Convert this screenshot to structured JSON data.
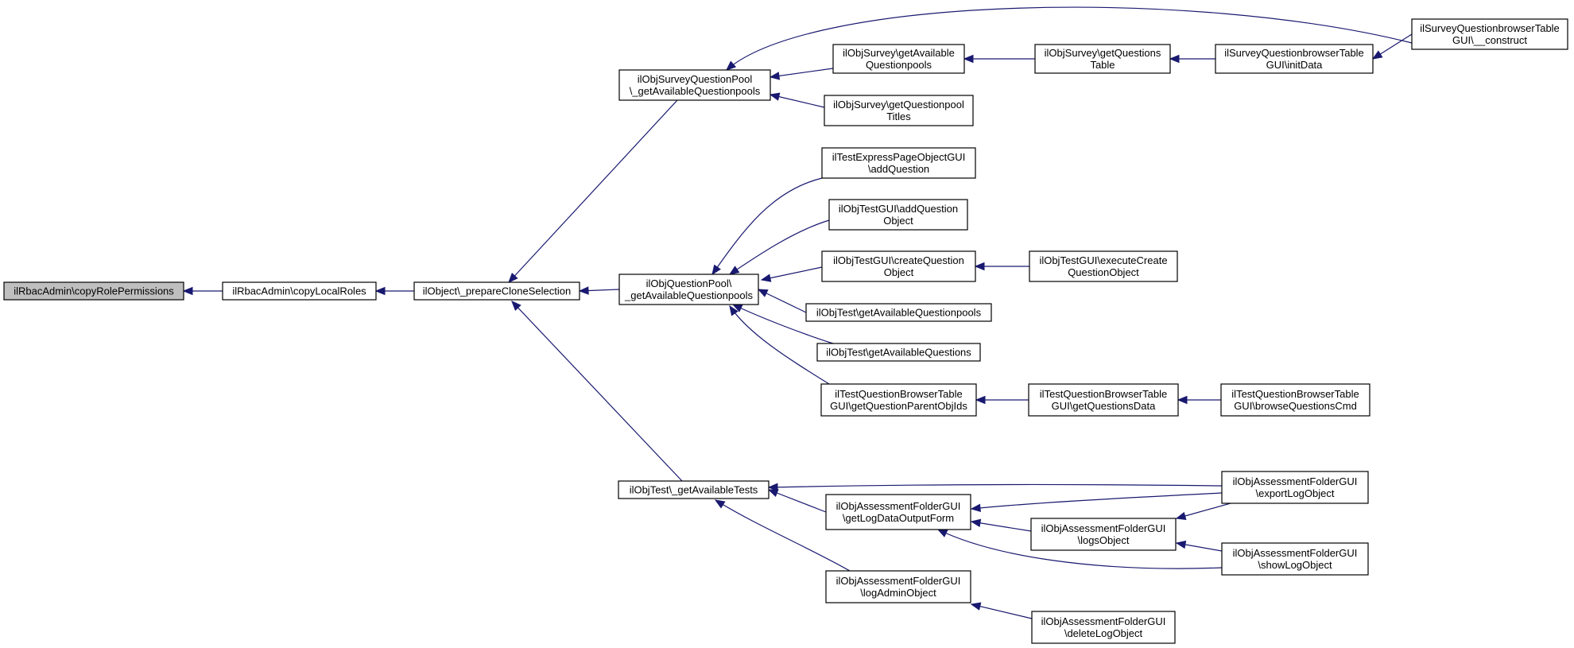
{
  "colors": {
    "edge": "#191970",
    "node_border": "#000000",
    "root_fill": "#bfbfbf",
    "node_fill": "#ffffff"
  },
  "nodes": {
    "copyRolePermissions": [
      "ilRbacAdmin\\copyRolePermissions"
    ],
    "copyLocalRoles": [
      "ilRbacAdmin\\copyLocalRoles"
    ],
    "prepareCloneSelection": [
      "ilObject\\_prepareCloneSelection"
    ],
    "surveyQPoolGetAvail": [
      "ilObjSurveyQuestionPool",
      "\\_getAvailableQuestionpools"
    ],
    "questionPoolGetAvail": [
      "ilObjQuestionPool\\",
      "_getAvailableQuestionpools"
    ],
    "testGetAvailableTests": [
      "ilObjTest\\_getAvailableTests"
    ],
    "surveyGetAvailQpools": [
      "ilObjSurvey\\getAvailable",
      "Questionpools"
    ],
    "surveyGetQpoolTitles": [
      "ilObjSurvey\\getQuestionpool",
      "Titles"
    ],
    "surveyGetQuestionsTable": [
      "ilObjSurvey\\getQuestions",
      "Table"
    ],
    "surveyQBrowserInitData": [
      "ilSurveyQuestionbrowserTable",
      "GUI\\initData"
    ],
    "surveyQBrowserConstruct": [
      "ilSurveyQuestionbrowserTable",
      "GUI\\__construct"
    ],
    "testExpressAddQuestion": [
      "ilTestExpressPageObjectGUI",
      "\\addQuestion"
    ],
    "testGuiAddQuestionObject": [
      "ilObjTestGUI\\addQuestion",
      "Object"
    ],
    "testGuiCreateQuestionObject": [
      "ilObjTestGUI\\createQuestion",
      "Object"
    ],
    "testGuiExecuteCreateQuestionObject": [
      "ilObjTestGUI\\executeCreate",
      "QuestionObject"
    ],
    "testGetAvailableQuestionpools": [
      "ilObjTest\\getAvailableQuestionpools"
    ],
    "testGetAvailableQuestions": [
      "ilObjTest\\getAvailableQuestions"
    ],
    "testQBrowserGetParentObjIds": [
      "ilTestQuestionBrowserTable",
      "GUI\\getQuestionParentObjIds"
    ],
    "testQBrowserGetQuestionsData": [
      "ilTestQuestionBrowserTable",
      "GUI\\getQuestionsData"
    ],
    "testQBrowserBrowseQuestionsCmd": [
      "ilTestQuestionBrowserTable",
      "GUI\\browseQuestionsCmd"
    ],
    "assessGetLogDataOutputForm": [
      "ilObjAssessmentFolderGUI",
      "\\getLogDataOutputForm"
    ],
    "assessLogAdminObject": [
      "ilObjAssessmentFolderGUI",
      "\\logAdminObject"
    ],
    "assessExportLogObject": [
      "ilObjAssessmentFolderGUI",
      "\\exportLogObject"
    ],
    "assessLogsObject": [
      "ilObjAssessmentFolderGUI",
      "\\logsObject"
    ],
    "assessShowLogObject": [
      "ilObjAssessmentFolderGUI",
      "\\showLogObject"
    ],
    "assessDeleteLogObject": [
      "ilObjAssessmentFolderGUI",
      "\\deleteLogObject"
    ]
  },
  "edges": [
    [
      "copyLocalRoles",
      "copyRolePermissions"
    ],
    [
      "prepareCloneSelection",
      "copyLocalRoles"
    ],
    [
      "surveyQPoolGetAvail",
      "prepareCloneSelection"
    ],
    [
      "questionPoolGetAvail",
      "prepareCloneSelection"
    ],
    [
      "testGetAvailableTests",
      "prepareCloneSelection"
    ],
    [
      "surveyGetAvailQpools",
      "surveyQPoolGetAvail"
    ],
    [
      "surveyGetQpoolTitles",
      "surveyQPoolGetAvail"
    ],
    [
      "surveyQBrowserConstruct",
      "surveyQPoolGetAvail"
    ],
    [
      "surveyGetQuestionsTable",
      "surveyGetAvailQpools"
    ],
    [
      "surveyQBrowserInitData",
      "surveyGetQuestionsTable"
    ],
    [
      "surveyQBrowserConstruct",
      "surveyQBrowserInitData"
    ],
    [
      "testExpressAddQuestion",
      "questionPoolGetAvail"
    ],
    [
      "testGuiAddQuestionObject",
      "questionPoolGetAvail"
    ],
    [
      "testGuiCreateQuestionObject",
      "questionPoolGetAvail"
    ],
    [
      "testGetAvailableQuestionpools",
      "questionPoolGetAvail"
    ],
    [
      "testGetAvailableQuestions",
      "questionPoolGetAvail"
    ],
    [
      "testQBrowserGetParentObjIds",
      "questionPoolGetAvail"
    ],
    [
      "testGuiExecuteCreateQuestionObject",
      "testGuiCreateQuestionObject"
    ],
    [
      "testQBrowserGetQuestionsData",
      "testQBrowserGetParentObjIds"
    ],
    [
      "testQBrowserBrowseQuestionsCmd",
      "testQBrowserGetQuestionsData"
    ],
    [
      "assessExportLogObject",
      "testGetAvailableTests"
    ],
    [
      "assessGetLogDataOutputForm",
      "testGetAvailableTests"
    ],
    [
      "assessLogAdminObject",
      "testGetAvailableTests"
    ],
    [
      "assessExportLogObject",
      "assessGetLogDataOutputForm"
    ],
    [
      "assessLogsObject",
      "assessGetLogDataOutputForm"
    ],
    [
      "assessShowLogObject",
      "assessGetLogDataOutputForm"
    ],
    [
      "assessExportLogObject",
      "assessLogsObject"
    ],
    [
      "assessShowLogObject",
      "assessLogsObject"
    ],
    [
      "assessDeleteLogObject",
      "assessLogAdminObject"
    ]
  ]
}
